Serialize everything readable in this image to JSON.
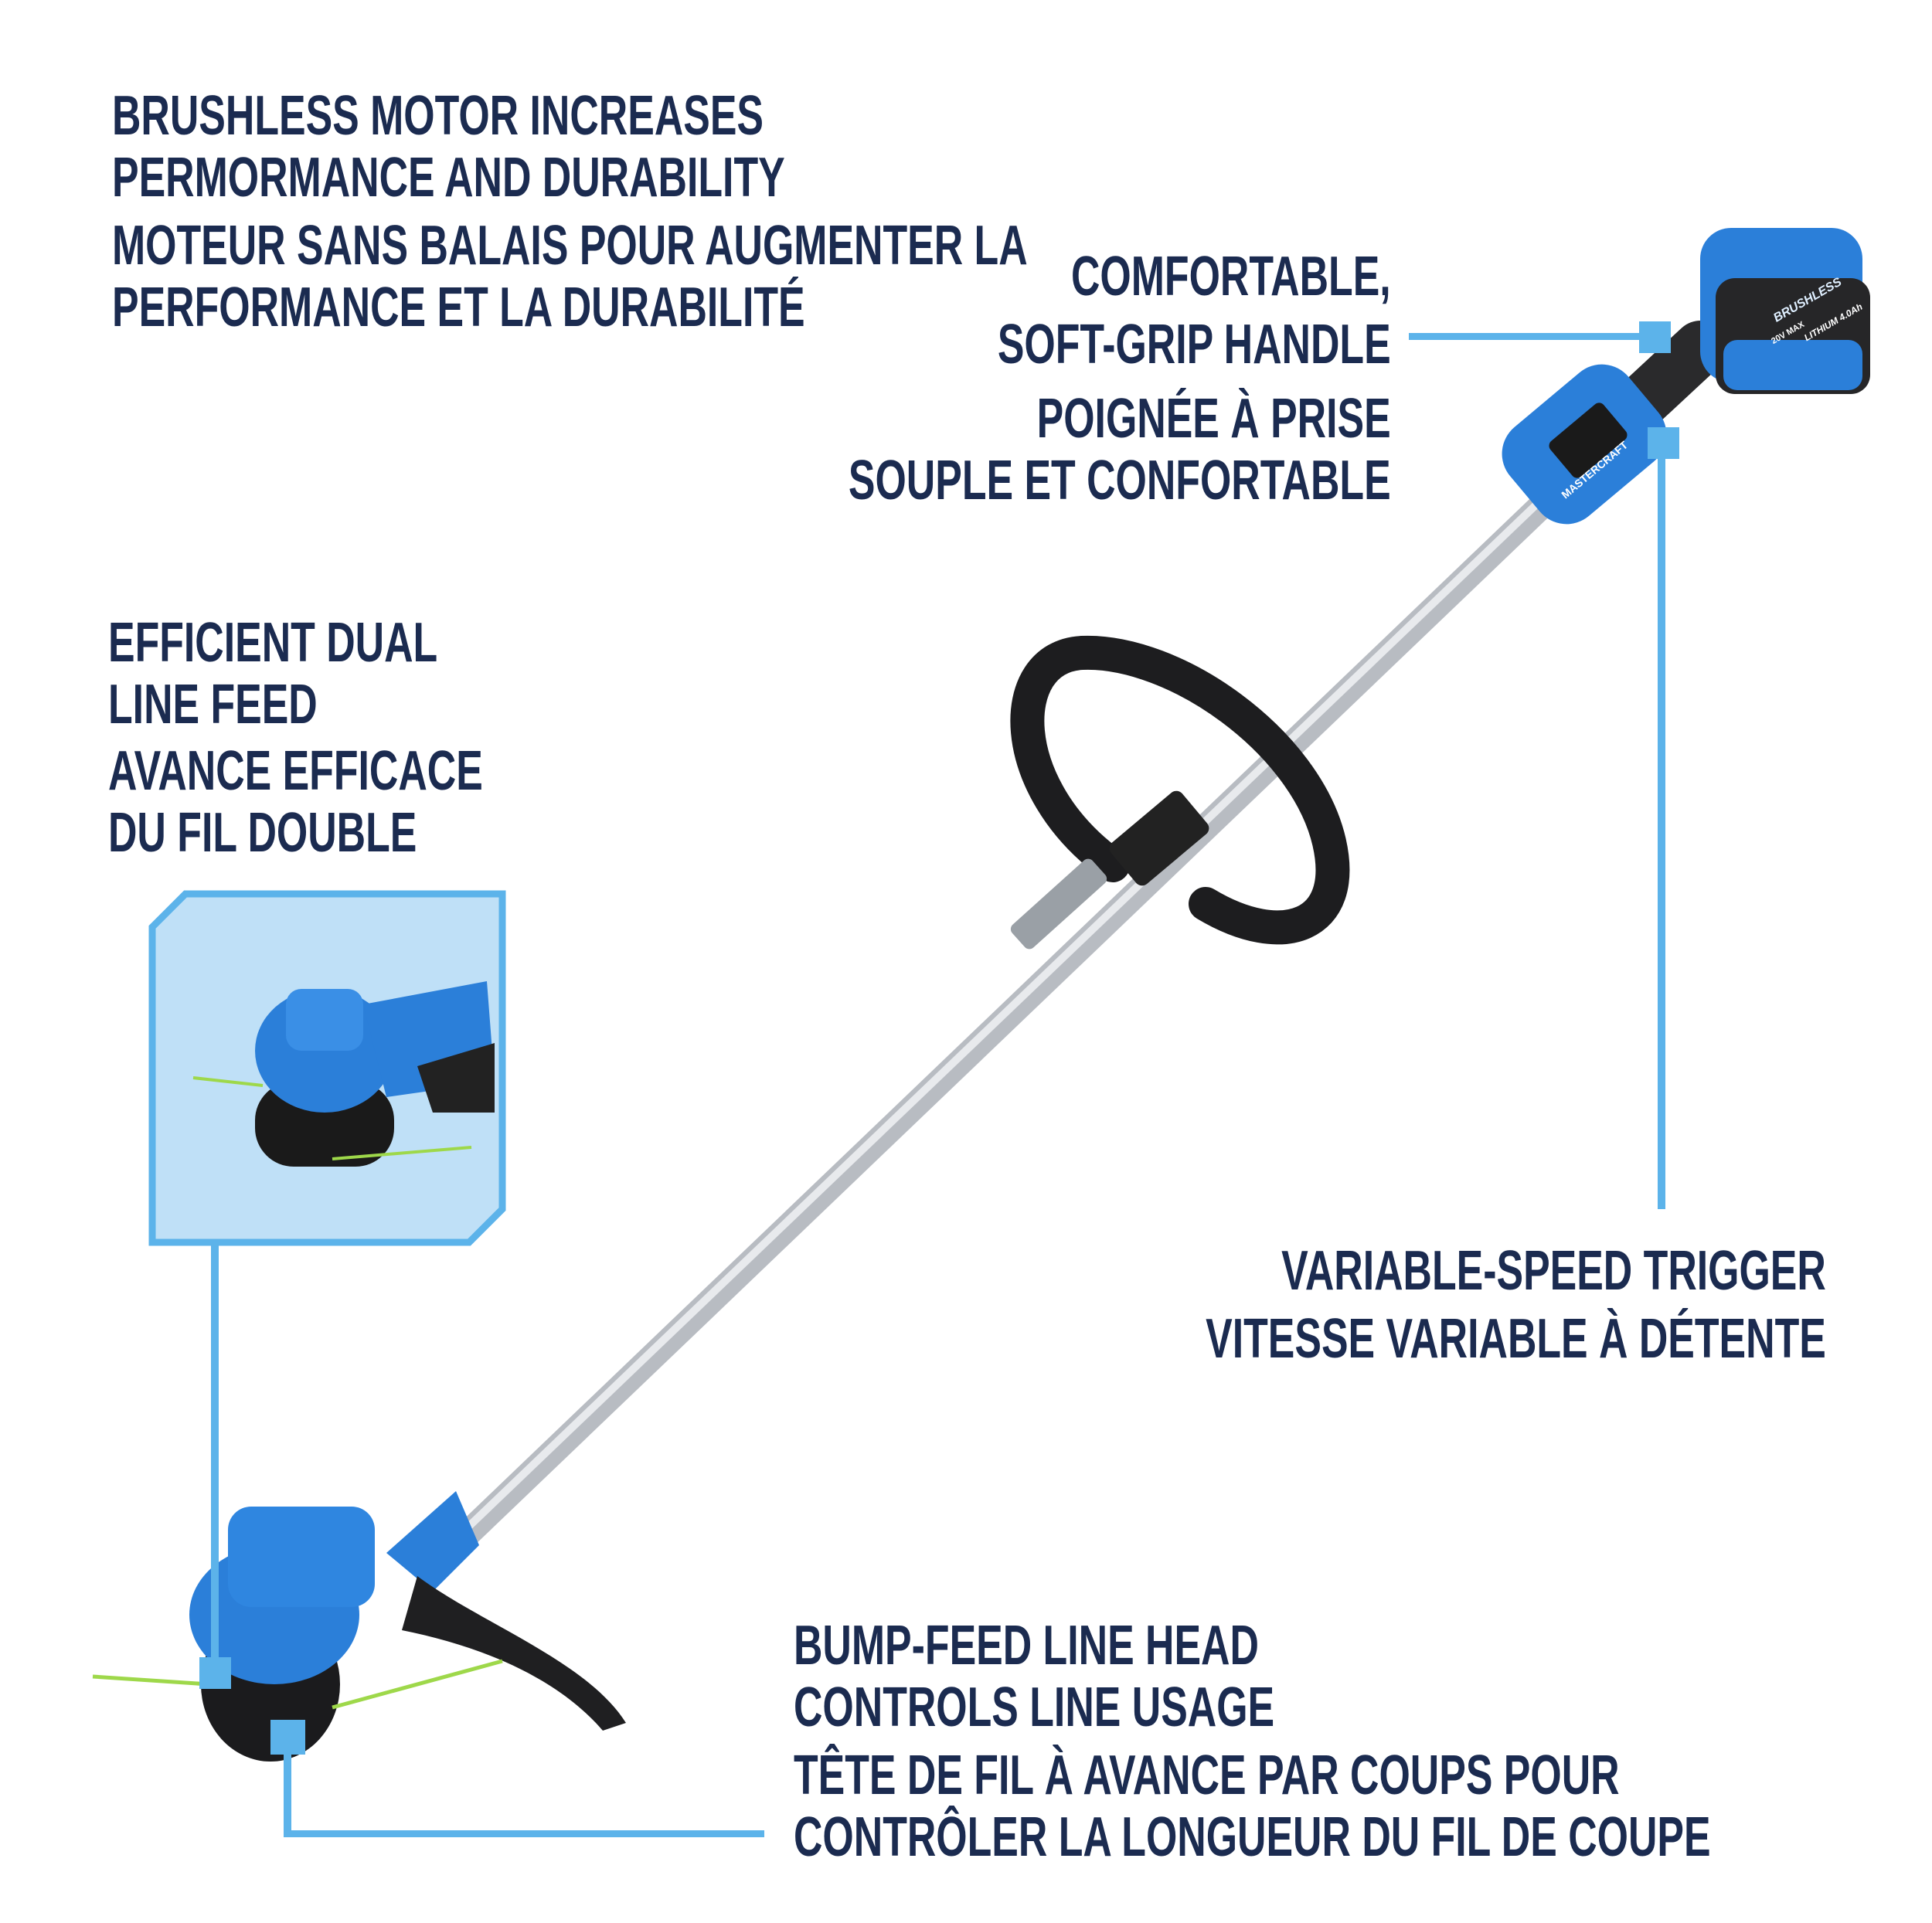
{
  "features": {
    "motor": {
      "en": [
        "BRUSHLESS MOTOR INCREASES",
        "PERMORMANCE AND DURABILITY"
      ],
      "fr": [
        "MOTEUR SANS BALAIS POUR AUGMENTER LA",
        "PERFORMANCE ET LA DURABILITÉ"
      ]
    },
    "handle": {
      "en": [
        "COMFORTABLE,",
        "SOFT-GRIP HANDLE"
      ],
      "fr": [
        "POIGNÉE À PRISE",
        "SOUPLE ET CONFORTABLE"
      ]
    },
    "line_feed": {
      "en": [
        "EFFICIENT DUAL",
        "LINE FEED"
      ],
      "fr": [
        "AVANCE EFFICACE",
        "DU FIL DOUBLE"
      ]
    },
    "trigger": {
      "en": [
        "VARIABLE-SPEED  TRIGGER"
      ],
      "fr": [
        "VITESSE VARIABLE À DÉTENTE"
      ]
    },
    "bump_head": {
      "en": [
        "BUMP-FEED LINE HEAD",
        "CONTROLS LINE USAGE"
      ],
      "fr": [
        "TÊTE DE FIL À AVANCE PAR COUPS POUR",
        "CONTRÔLER LA LONGUEUR DU FIL DE COUPE"
      ]
    }
  },
  "product_labels": {
    "brand": "MASTERCRAFT",
    "motor": "BRUSHLESS",
    "battery": "LITHIUM 4.0Ah",
    "voltage": "20V MAX"
  },
  "colors": {
    "text": "#1b2b50",
    "accent": "#5cb3ea",
    "tool_blue": "#2b7fd9"
  }
}
